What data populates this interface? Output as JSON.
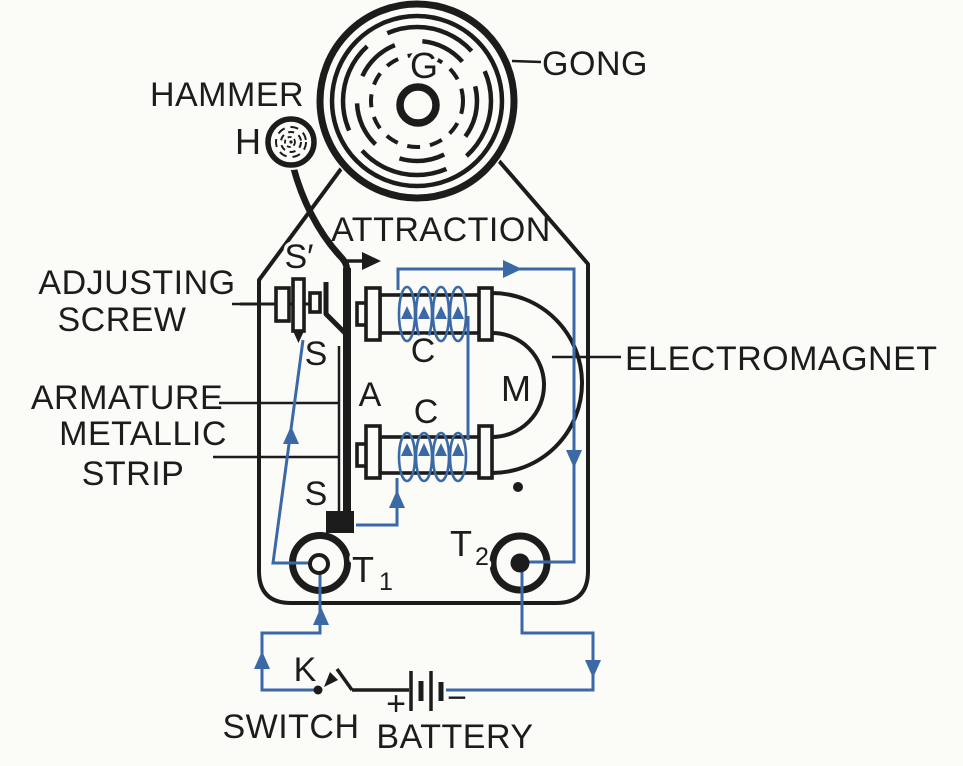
{
  "colors": {
    "ink": "#1c1c1c",
    "wire_blue": "#3a69a6",
    "background": "#fbfbf8"
  },
  "labels": {
    "hammer": "HAMMER",
    "gong": "GONG",
    "attraction": "ATTRACTION",
    "adjusting_line1": "ADJUSTING",
    "adjusting_line2": "SCREW",
    "armature": "ARMATURE",
    "metallic_line1": "METALLIC",
    "metallic_line2": "STRIP",
    "electromagnet": "ELECTROMAGNET",
    "switch": "SWITCH",
    "battery": "BATTERY"
  },
  "letters": {
    "gong": "G",
    "hammer": "H",
    "screw_contact": "S′",
    "contact": "S",
    "strip": "S",
    "armature": "A",
    "coil_top": "C",
    "coil_bottom": "C",
    "magnet_core": "M",
    "key": "K",
    "terminal1": {
      "main": "T",
      "sub": "1"
    },
    "terminal2": {
      "main": "T",
      "sub": "2"
    },
    "battery_plus": "+",
    "battery_minus": "−"
  }
}
